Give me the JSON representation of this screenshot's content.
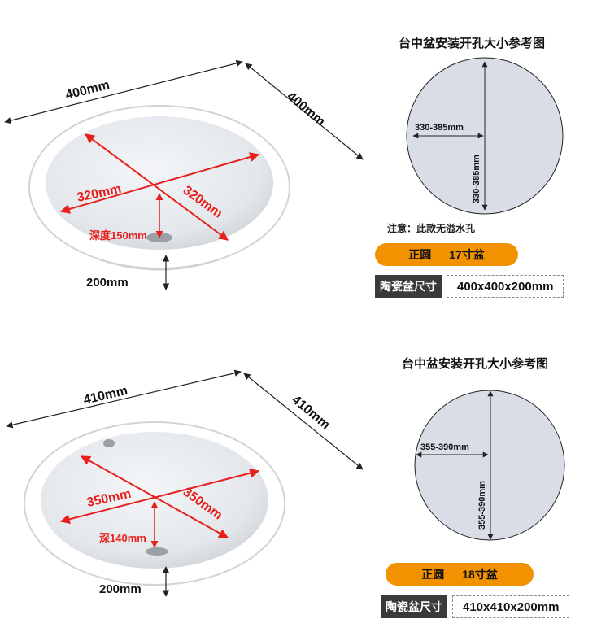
{
  "panels": [
    {
      "outer_width": "400mm",
      "outer_depth": "400mm",
      "inner_diag_a": "320mm",
      "inner_diag_b": "320mm",
      "inner_depth": "深度150mm",
      "total_height": "200mm",
      "cutout_title": "台中盆安装开孔大小参考图",
      "cutout_h": "330-385mm",
      "cutout_v": "330-385mm",
      "note": "注意：此款无溢水孔",
      "shape": "正圆",
      "size_name": "17寸盆",
      "size_label": "陶瓷盆尺寸",
      "size_value": "400x400x200mm"
    },
    {
      "outer_width": "410mm",
      "outer_depth": "410mm",
      "inner_diag_a": "350mm",
      "inner_diag_b": "350mm",
      "inner_depth": "深140mm",
      "total_height": "200mm",
      "cutout_title": "台中盆安装开孔大小参考图",
      "cutout_h": "355-390mm",
      "cutout_v": "355-390mm",
      "shape": "正圆",
      "size_name": "18寸盆",
      "size_label": "陶瓷盆尺寸",
      "size_value": "410x410x200mm"
    }
  ],
  "colors": {
    "accent_orange": "#f39200",
    "dimension_red": "#e8201c",
    "circle_fill": "#d9dde6",
    "label_dark": "#3a3a3a"
  }
}
